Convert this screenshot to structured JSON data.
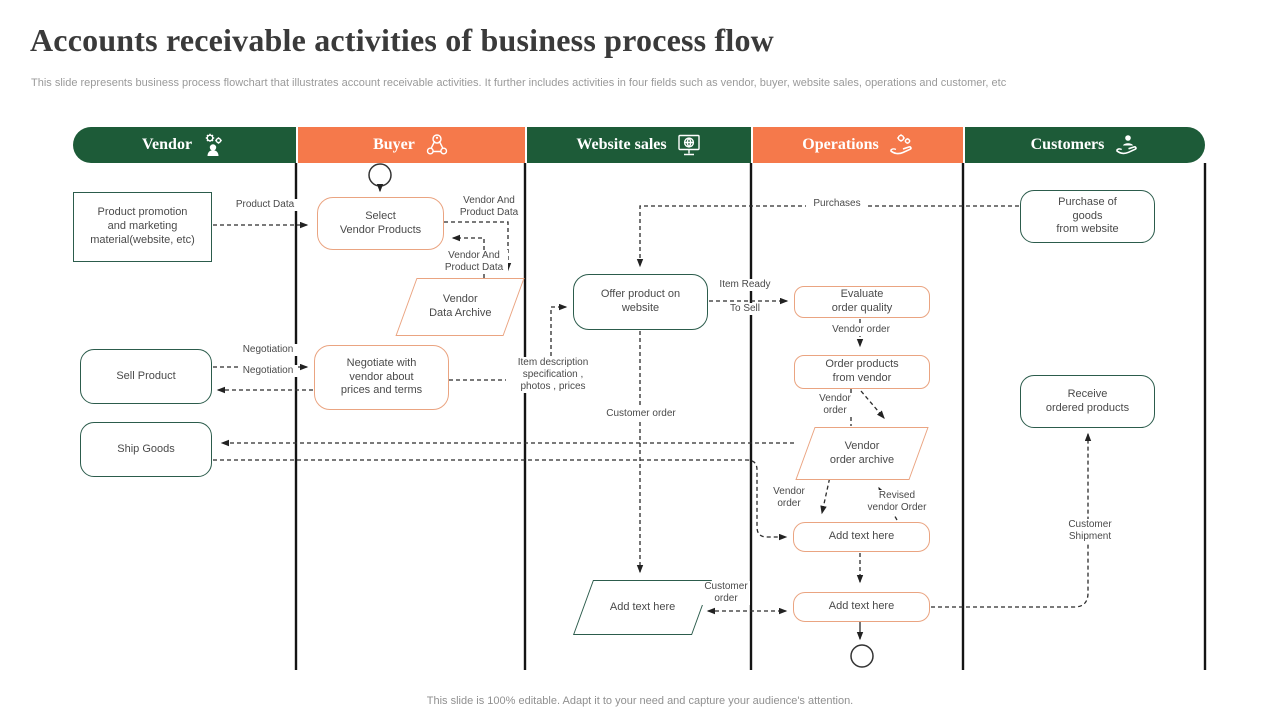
{
  "slide": {
    "title": "Accounts receivable activities of business process flow",
    "subtitle": "This slide represents business process flowchart that illustrates account receivable activities. It further includes activities in four fields such as vendor, buyer, website sales, operations and customer, etc",
    "footer": "This slide is 100% editable. Adapt it to your need and capture your audience's attention."
  },
  "colors": {
    "lane_green": "#1d5b38",
    "lane_orange": "#f5794b",
    "node_green_border": "#2c5c4c",
    "node_orange_border": "#eaa481",
    "connector": "#2b2b2b"
  },
  "lanes": [
    {
      "label": "Vendor",
      "icon": "vendor-gears-icon"
    },
    {
      "label": "Buyer",
      "icon": "buyer-network-icon"
    },
    {
      "label": "Website sales",
      "icon": "monitor-globe-icon"
    },
    {
      "label": "Operations",
      "icon": "hand-gears-icon"
    },
    {
      "label": "Customers",
      "icon": "hand-person-icon"
    }
  ],
  "nodes": {
    "product_promotion": "Product promotion\nand marketing\nmaterial(website, etc)",
    "select_vendor": "Select\nVendor Products",
    "vendor_data_archive": "Vendor\nData Archive",
    "sell_product": "Sell Product",
    "negotiate": "Negotiate with\nvendor about\nprices and terms",
    "ship_goods": "Ship Goods",
    "offer_product": "Offer product on\nwebsite",
    "website_add_text": "Add text here",
    "evaluate": "Evaluate\norder quality",
    "order_products": "Order products\nfrom vendor",
    "vendor_order_archive": "Vendor\norder archive",
    "ops_add_text_1": "Add text here",
    "ops_add_text_2": "Add text here",
    "purchase_goods": "Purchase of\ngoods\nfrom website",
    "receive_products": "Receive\nordered products"
  },
  "edge_labels": {
    "product_data": "Product Data",
    "vendor_product_data_top": "Vendor And\nProduct Data",
    "vendor_product_data_bottom": "Vendor And\nProduct Data",
    "negotiation_top": "Negotiation",
    "negotiation_bottom": "Negotiation",
    "item_description": "Item description\nspecification ,\nphotos , prices",
    "customer_order_mid": "Customer order",
    "purchases": "Purchases",
    "item_ready": "Item Ready",
    "to_sell": "To Sell",
    "vendor_order_1": "Vendor order",
    "vendor_order_2": "Vendor\norder",
    "vendor_order_3": "Vendor\norder",
    "revised_vendor_order": "Revised\nvendor Order",
    "customer_order_bottom": "Customer\norder",
    "customer_shipment": "Customer\nShipment"
  }
}
